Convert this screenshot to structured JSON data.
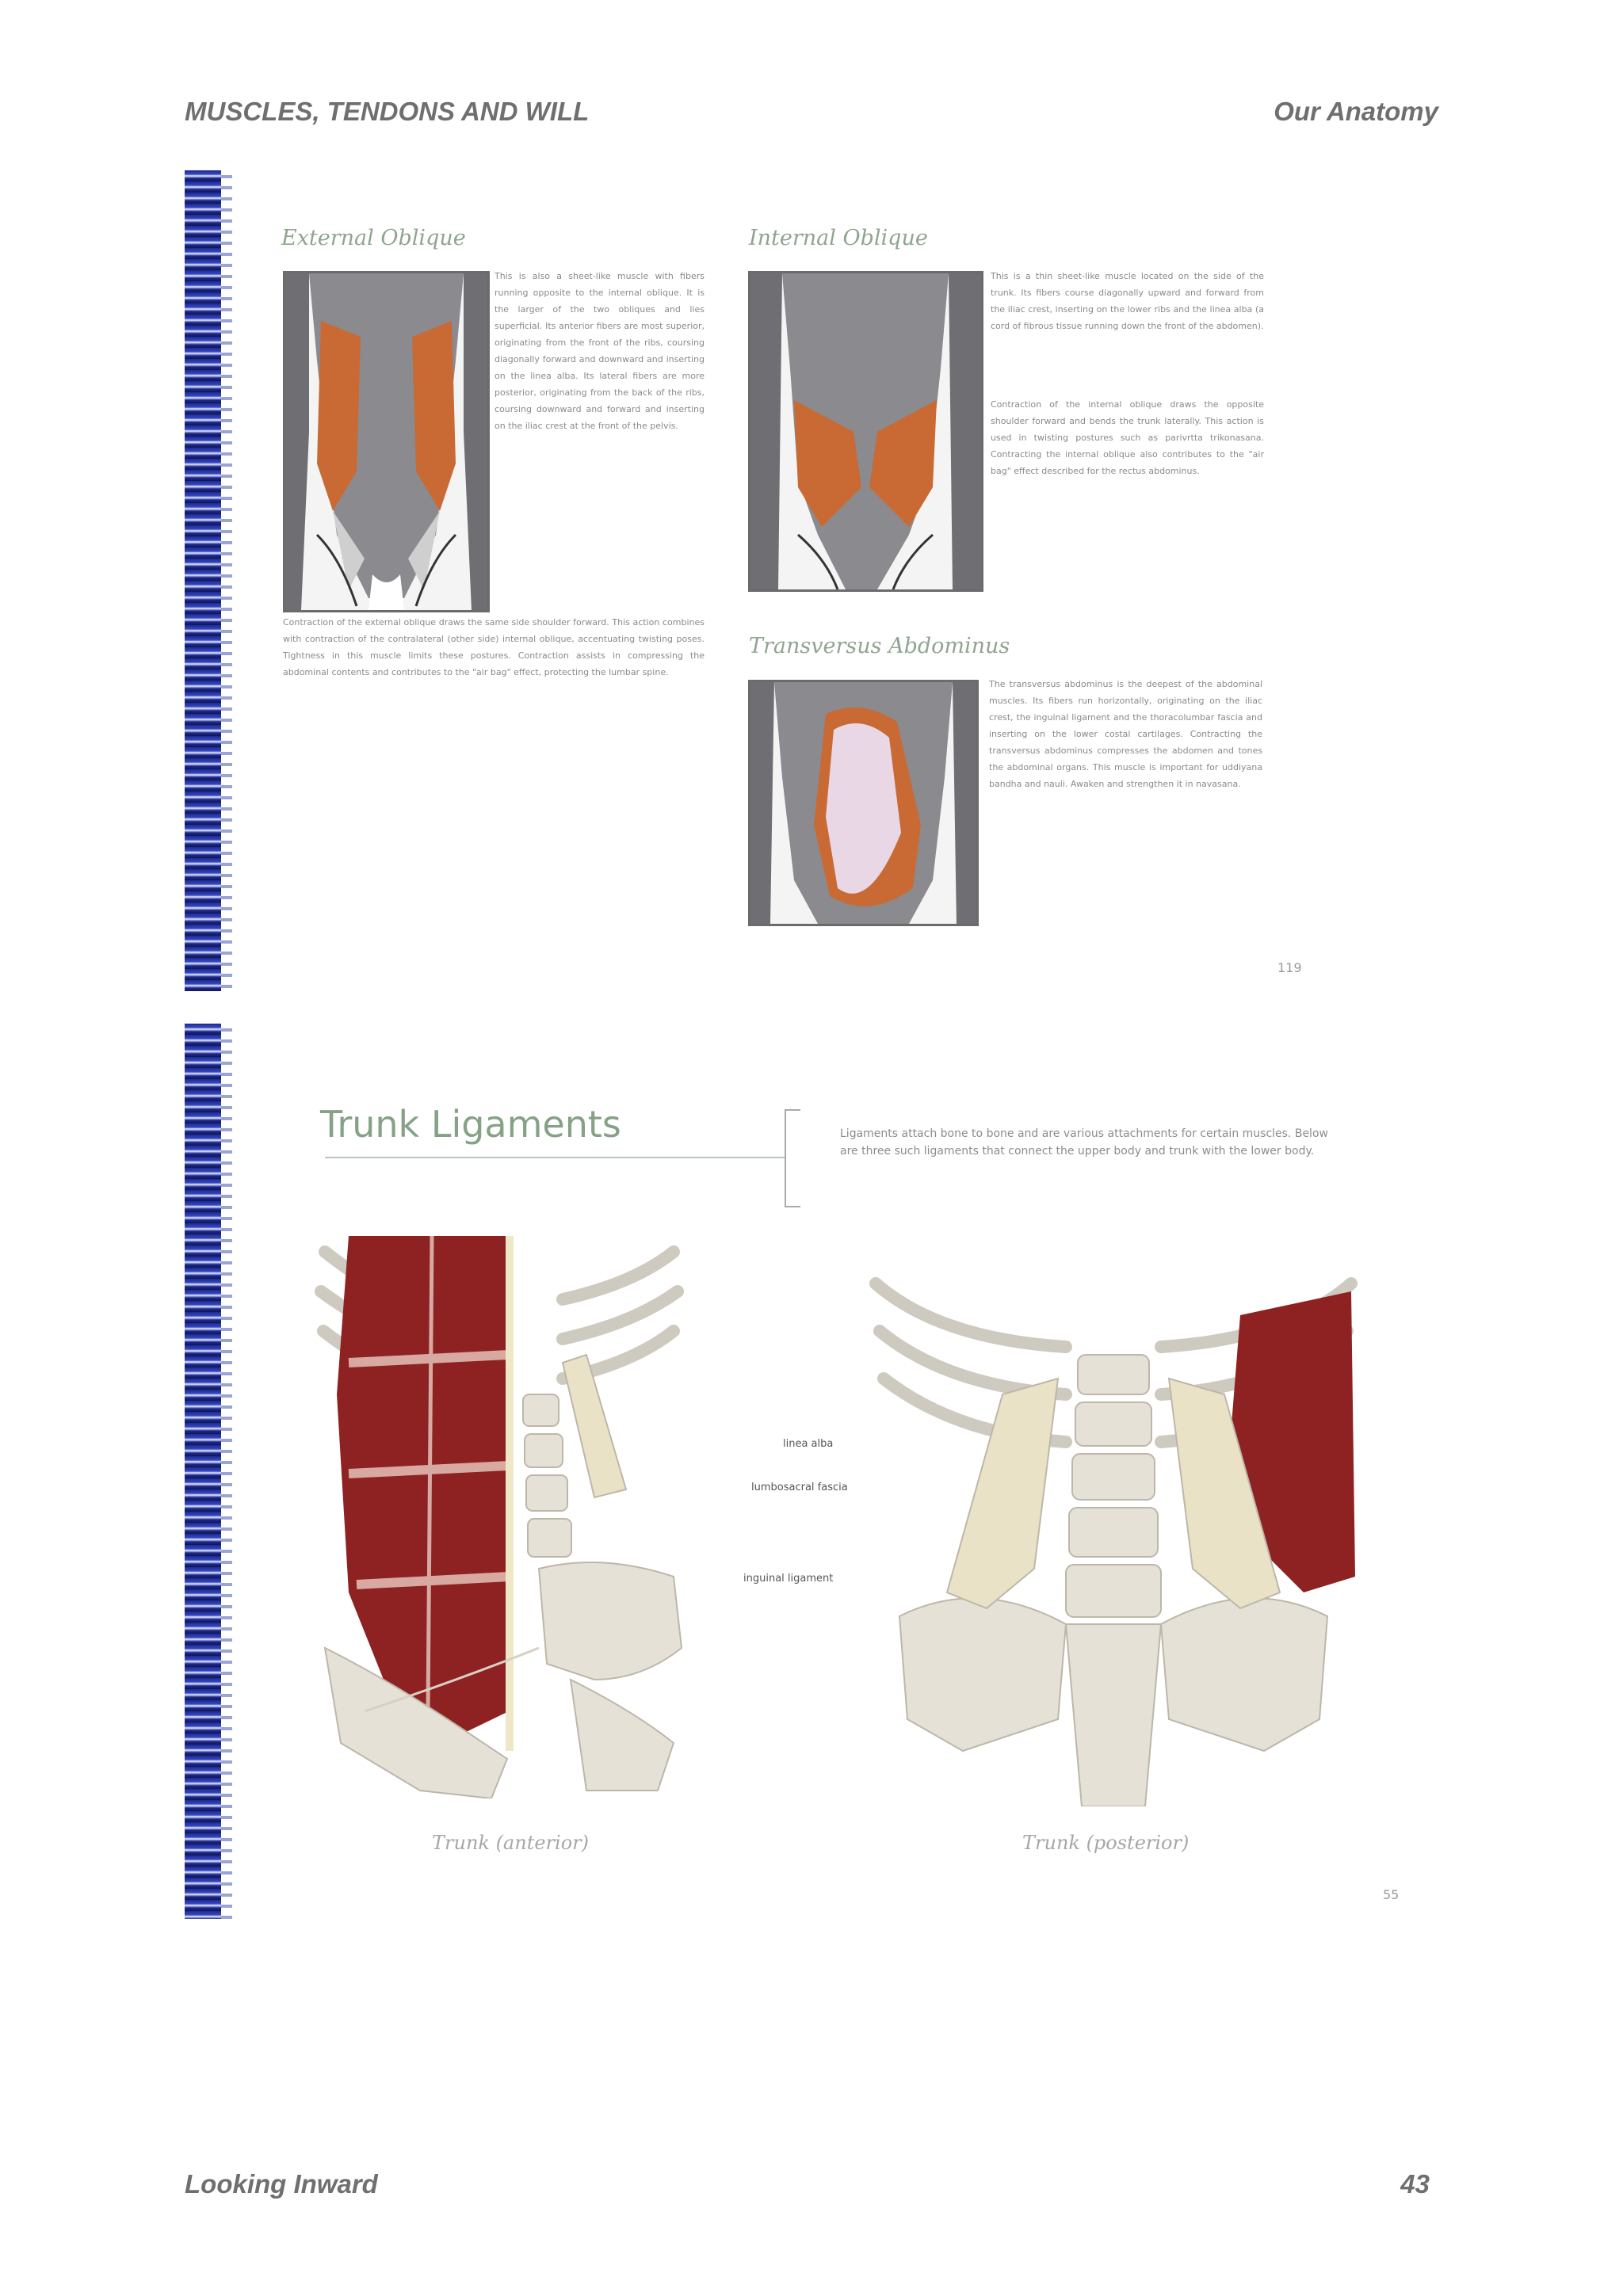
{
  "header": {
    "left": "MUSCLES, TENDONS AND WILL",
    "right": "Our Anatomy"
  },
  "footer": {
    "left": "Looking Inward",
    "right": "43"
  },
  "top_page": {
    "external_oblique": {
      "title": "External Oblique",
      "text_side": "This is also a sheet-like muscle with fibers running opposite to the internal oblique. It is the larger of the two obliques and lies superficial. Its anterior fibers are most superior, originating from the front of the ribs, coursing diagonally forward and downward and inserting on the linea alba. Its lateral fibers are more posterior, originating from the back of the ribs, coursing downward and forward and inserting on the iliac crest at the front of the pelvis.",
      "text_lower": "Contraction of the external oblique draws the same side shoulder forward. This action combines with contraction of the contralateral (other side) internal oblique, accentuating twisting poses. Tightness in this muscle limits these postures. Contraction assists in compressing the abdominal contents and contributes to the \"air bag\" effect, protecting the lumbar spine."
    },
    "internal_oblique": {
      "title": "Internal Oblique",
      "text_a": "This is a thin sheet-like muscle located on the side of the trunk. Its fibers course diagonally upward and forward from the iliac crest, inserting on the lower ribs and the linea alba (a cord of fibrous tissue running down the front of the abdomen).",
      "text_b": "Contraction of the internal oblique draws the opposite shoulder forward and bends the trunk laterally. This action is used in twisting postures such as parivrtta trikonasana. Contracting the internal oblique also contributes to the \"air bag\" effect described for the rectus abdominus."
    },
    "transversus": {
      "title": "Transversus Abdominus",
      "text": "The transversus abdominus is the deepest of the abdominal muscles. Its fibers run horizontally, originating on the iliac crest, the inguinal ligament and the thoracolumbar fascia and inserting on the lower costal cartilages. Contracting the transversus abdominus compresses the abdomen and tones the abdominal organs. This muscle is important for uddiyana bandha and nauli. Awaken and strengthen it in navasana."
    },
    "page_number": "119"
  },
  "bottom_page": {
    "title": "Trunk Ligaments",
    "intro": "Ligaments attach bone to bone and are various attachments for certain muscles. Below are three such ligaments that connect the upper body and trunk with the lower body.",
    "labels": {
      "linea_alba": "linea alba",
      "lumbosacral": "lumbosacral fascia",
      "inguinal": "inguinal ligament"
    },
    "caption_left": "Trunk (anterior)",
    "caption_right": "Trunk (posterior)",
    "page_number": "55"
  },
  "colors": {
    "muscle_orange": "#c96a35",
    "muscle_red": "#8e2222",
    "bone": "#e6e1d6",
    "body_gray": "#8a8a8f",
    "spiral_blue": "#2a3aa8",
    "title_green": "#86a286"
  }
}
